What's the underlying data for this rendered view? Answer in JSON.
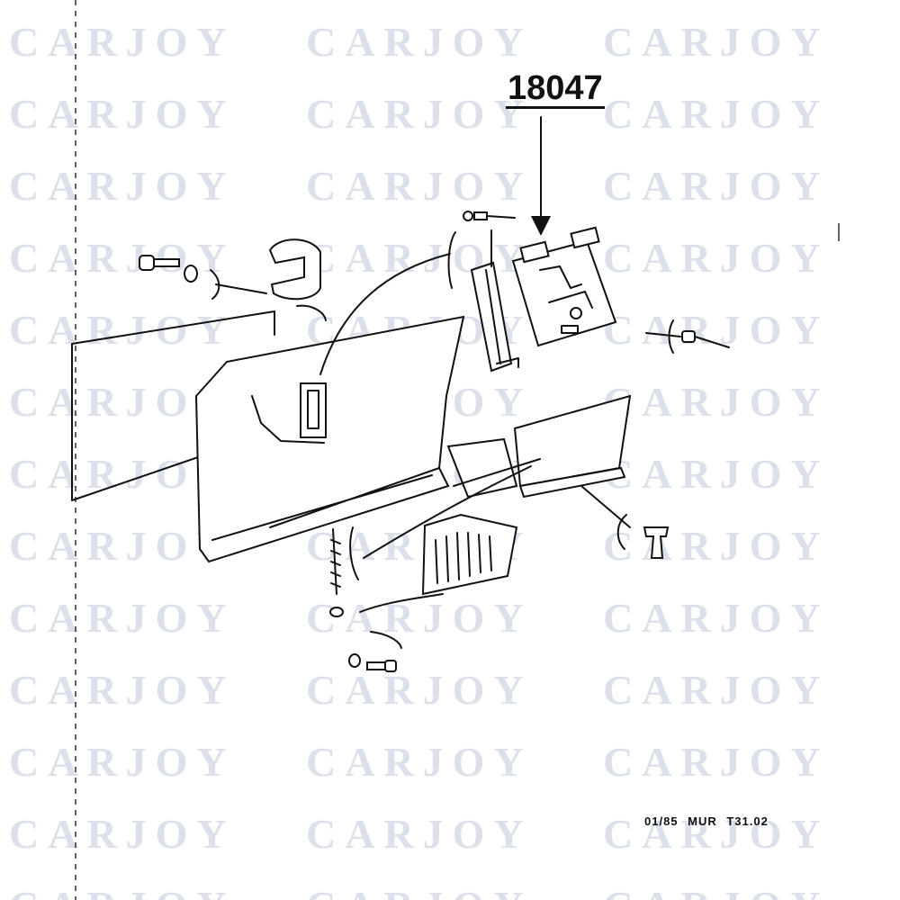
{
  "watermark": {
    "text": "CARJOY"
  },
  "callout": {
    "part_number": "18047"
  },
  "footer": {
    "reference_code": "01/85 MUR T31.02"
  }
}
